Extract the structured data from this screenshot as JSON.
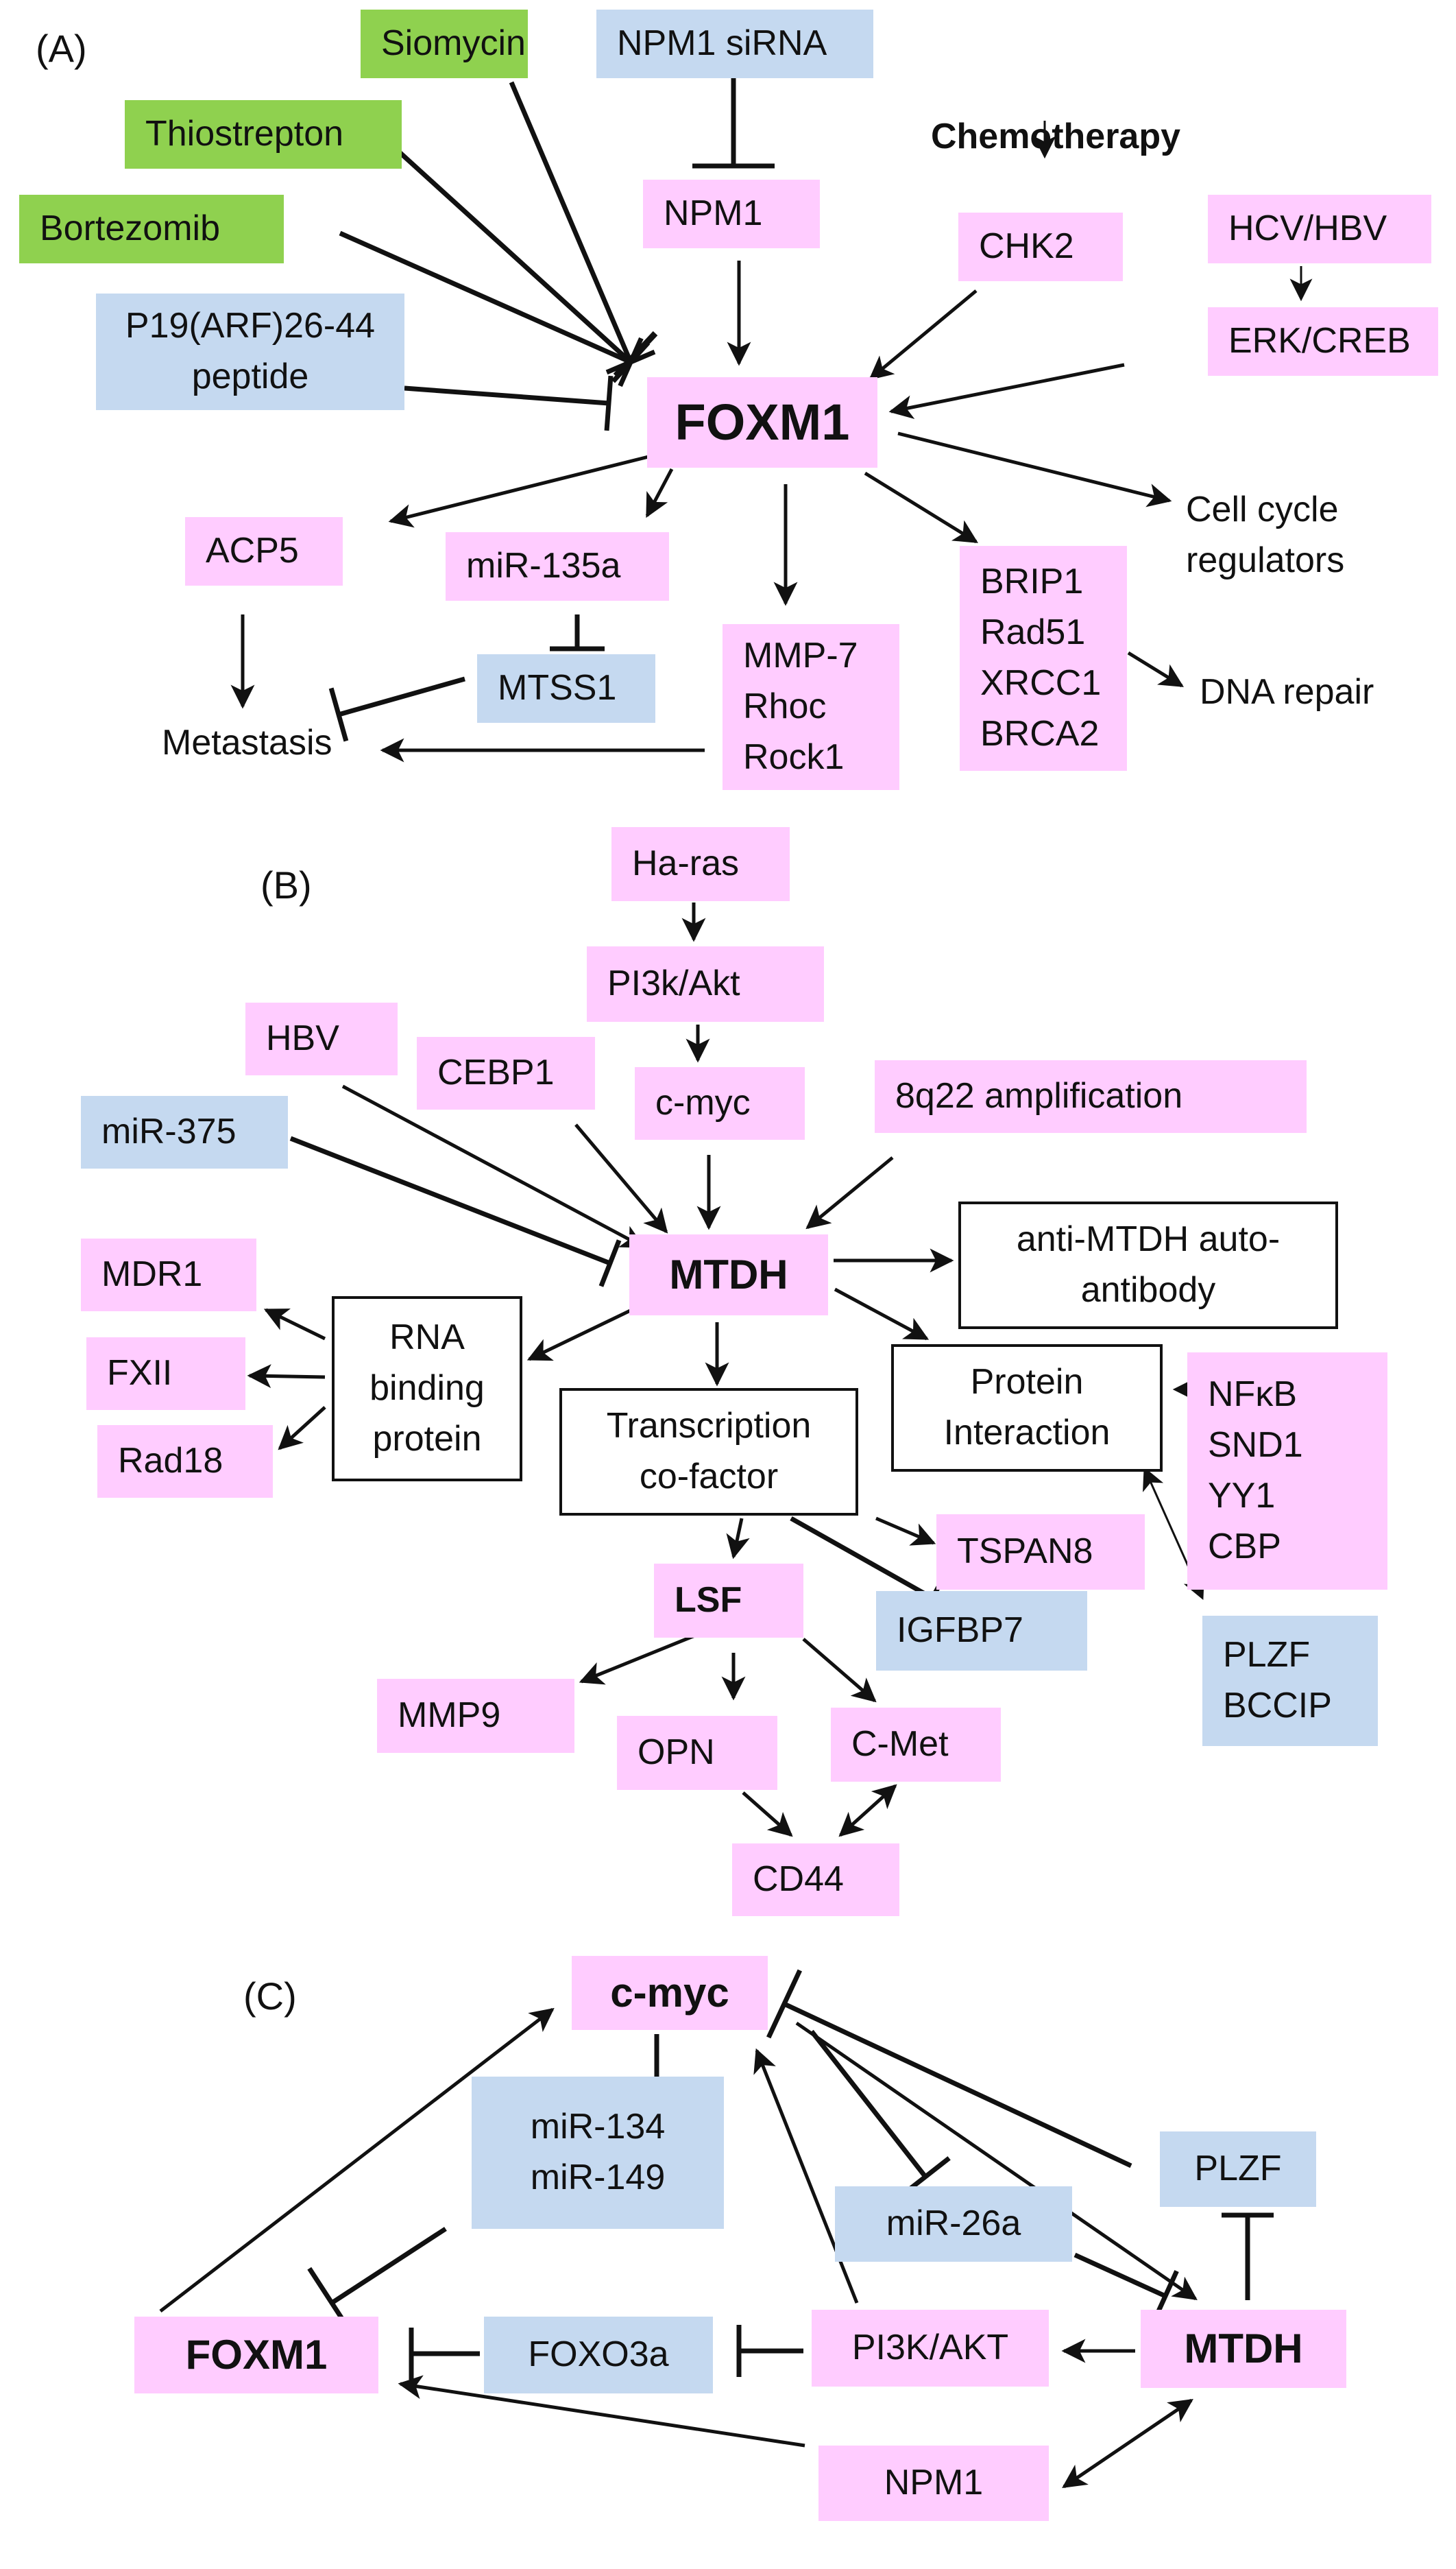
{
  "panels": {
    "a": "(A)",
    "b": "(B)",
    "c": "(C)"
  },
  "nodes": [
    {
      "id": "siomycin",
      "lines": [
        "Siomycin"
      ],
      "fill": "green"
    },
    {
      "id": "thiostrepton",
      "lines": [
        "Thiostrepton"
      ],
      "fill": "green"
    },
    {
      "id": "bortezomib",
      "lines": [
        "Bortezomib"
      ],
      "fill": "green"
    },
    {
      "id": "npm1-sirna",
      "lines": [
        "NPM1 siRNA"
      ],
      "fill": "blue"
    },
    {
      "id": "p19arf-peptide",
      "lines": [
        "P19(ARF)26-44",
        "peptide"
      ],
      "fill": "blue"
    },
    {
      "id": "npm1-a",
      "lines": [
        "NPM1"
      ],
      "fill": "pink"
    },
    {
      "id": "chemotherapy",
      "lines": [
        "Chemotherapy"
      ],
      "fill": "none"
    },
    {
      "id": "chk2",
      "lines": [
        "CHK2"
      ],
      "fill": "pink"
    },
    {
      "id": "hcv-hbv",
      "lines": [
        "HCV/HBV"
      ],
      "fill": "pink"
    },
    {
      "id": "erk-creb",
      "lines": [
        "ERK/CREB"
      ],
      "fill": "pink"
    },
    {
      "id": "foxm1-a",
      "lines": [
        "FOXM1"
      ],
      "fill": "pink"
    },
    {
      "id": "acp5",
      "lines": [
        "ACP5"
      ],
      "fill": "pink"
    },
    {
      "id": "mir-135a",
      "lines": [
        "miR-135a"
      ],
      "fill": "pink"
    },
    {
      "id": "mtss1",
      "lines": [
        "MTSS1"
      ],
      "fill": "blue"
    },
    {
      "id": "mmp7-group",
      "lines": [
        "MMP-7",
        "Rhoc",
        "Rock1"
      ],
      "fill": "pink"
    },
    {
      "id": "dna-repair-group",
      "lines": [
        "BRIP1",
        "Rad51",
        "XRCC1",
        "BRCA2"
      ],
      "fill": "pink"
    },
    {
      "id": "cell-cycle",
      "lines": [
        "Cell cycle",
        "regulators"
      ],
      "fill": "none"
    },
    {
      "id": "dna-repair",
      "lines": [
        "DNA repair"
      ],
      "fill": "none"
    },
    {
      "id": "metastasis",
      "lines": [
        "Metastasis"
      ],
      "fill": "none"
    },
    {
      "id": "ha-ras",
      "lines": [
        "Ha-ras"
      ],
      "fill": "pink"
    },
    {
      "id": "pi3k-akt-b",
      "lines": [
        "PI3k/Akt"
      ],
      "fill": "pink"
    },
    {
      "id": "hbv",
      "lines": [
        "HBV"
      ],
      "fill": "pink"
    },
    {
      "id": "cebp1",
      "lines": [
        "CEBP1"
      ],
      "fill": "pink"
    },
    {
      "id": "c-myc-b",
      "lines": [
        "c-myc"
      ],
      "fill": "pink"
    },
    {
      "id": "8q22",
      "lines": [
        "8q22 amplification"
      ],
      "fill": "pink"
    },
    {
      "id": "mir-375",
      "lines": [
        "miR-375"
      ],
      "fill": "blue"
    },
    {
      "id": "mtdh-b",
      "lines": [
        "MTDH"
      ],
      "fill": "pink"
    },
    {
      "id": "anti-mtdh",
      "lines": [
        "anti-MTDH auto-",
        "antibody"
      ],
      "fill": "box"
    },
    {
      "id": "mdr1",
      "lines": [
        "MDR1"
      ],
      "fill": "pink"
    },
    {
      "id": "fxii",
      "lines": [
        "FXII"
      ],
      "fill": "pink"
    },
    {
      "id": "rad18",
      "lines": [
        "Rad18"
      ],
      "fill": "pink"
    },
    {
      "id": "rna-binding",
      "lines": [
        "RNA",
        "binding",
        "protein"
      ],
      "fill": "box"
    },
    {
      "id": "transcription-cofactor",
      "lines": [
        "Transcription",
        "co-factor"
      ],
      "fill": "box"
    },
    {
      "id": "protein-interaction",
      "lines": [
        "Protein",
        "Interaction"
      ],
      "fill": "box"
    },
    {
      "id": "nfkb-group",
      "lines": [
        "NFκB",
        "SND1",
        "YY1",
        "CBP"
      ],
      "fill": "pink"
    },
    {
      "id": "tspan8",
      "lines": [
        "TSPAN8"
      ],
      "fill": "pink"
    },
    {
      "id": "lsf",
      "lines": [
        "LSF"
      ],
      "fill": "pink"
    },
    {
      "id": "igfbp7",
      "lines": [
        "IGFBP7"
      ],
      "fill": "blue"
    },
    {
      "id": "plzf-bccip",
      "lines": [
        "PLZF",
        "BCCIP"
      ],
      "fill": "blue"
    },
    {
      "id": "mmp9",
      "lines": [
        "MMP9"
      ],
      "fill": "pink"
    },
    {
      "id": "opn",
      "lines": [
        "OPN"
      ],
      "fill": "pink"
    },
    {
      "id": "c-met",
      "lines": [
        "C-Met"
      ],
      "fill": "pink"
    },
    {
      "id": "cd44",
      "lines": [
        "CD44"
      ],
      "fill": "pink"
    },
    {
      "id": "c-myc-c",
      "lines": [
        "c-myc"
      ],
      "fill": "pink"
    },
    {
      "id": "mir-134-149",
      "lines": [
        "miR-134",
        "miR-149"
      ],
      "fill": "blue"
    },
    {
      "id": "plzf-c",
      "lines": [
        "PLZF"
      ],
      "fill": "blue"
    },
    {
      "id": "mir-26a",
      "lines": [
        "miR-26a"
      ],
      "fill": "blue"
    },
    {
      "id": "foxm1-c",
      "lines": [
        "FOXM1"
      ],
      "fill": "pink"
    },
    {
      "id": "foxo3a",
      "lines": [
        "FOXO3a"
      ],
      "fill": "blue"
    },
    {
      "id": "pi3k-akt-c",
      "lines": [
        "PI3K/AKT"
      ],
      "fill": "pink"
    },
    {
      "id": "mtdh-c",
      "lines": [
        "MTDH"
      ],
      "fill": "pink"
    },
    {
      "id": "npm1-c",
      "lines": [
        "NPM1"
      ],
      "fill": "pink"
    }
  ],
  "colors": {
    "pink": "#ffccff",
    "blue": "#c5d9f0",
    "green": "#8fd14f",
    "line": "#111111"
  }
}
